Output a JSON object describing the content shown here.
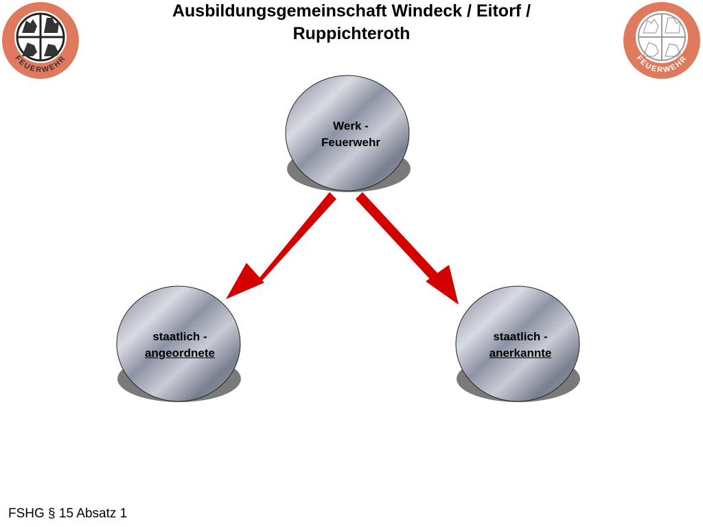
{
  "header": {
    "title_line1": "Ausbildungsgemeinschaft Windeck / Eitorf /",
    "title_line2": "Ruppichteroth"
  },
  "logos": {
    "left_text": "FEUERWEHR",
    "right_text": "FEUERWEHR",
    "left_color": "#e07a5f",
    "right_color": "#e07a5f"
  },
  "diagram": {
    "top_node": {
      "line1": "Werk -",
      "line2": "Feuerwehr"
    },
    "left_node": {
      "line1": "staatlich -",
      "line2": "angeordnete"
    },
    "right_node": {
      "line1": "staatlich -",
      "line2": "anerkannte"
    },
    "arrow_color": "#d40000"
  },
  "footer": {
    "text": "FSHG § 15 Absatz 1"
  }
}
